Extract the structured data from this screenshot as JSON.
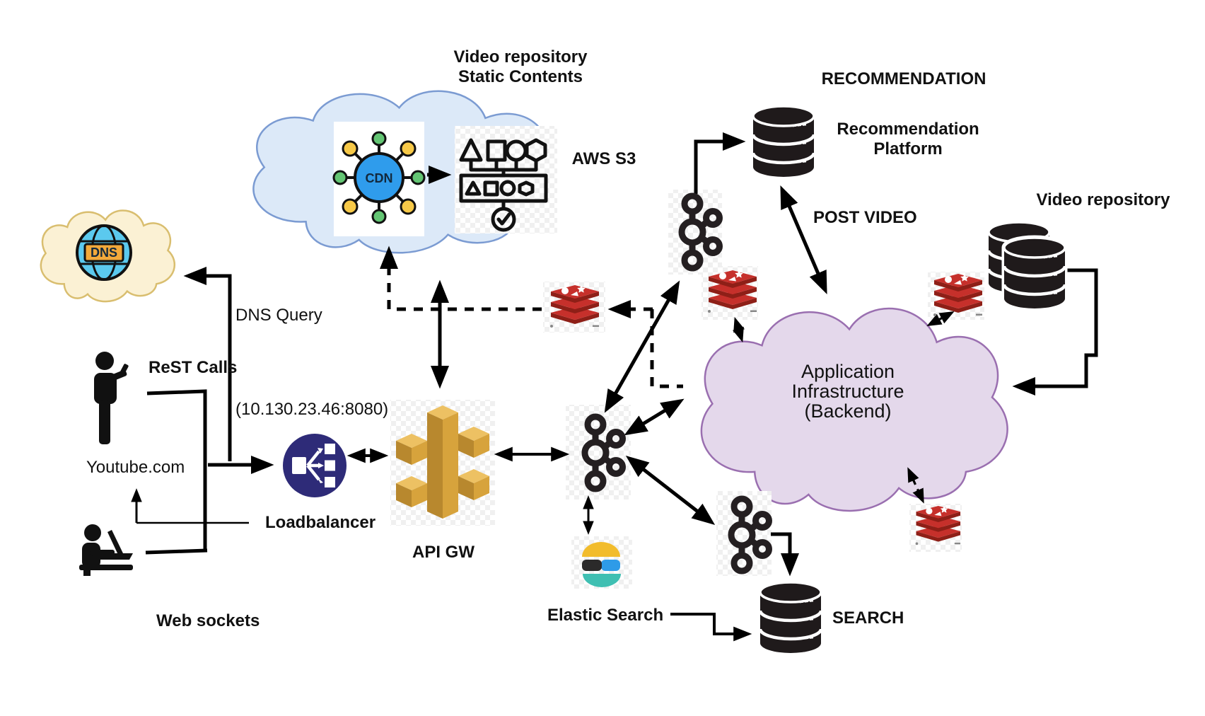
{
  "labels": {
    "static1": "Video repository",
    "static2": "Static Contents",
    "aws_s3": "AWS S3",
    "recommendation": "RECOMMENDATION",
    "rec_plat1": "Recommendation",
    "rec_plat2": "Platform",
    "post_video": "POST VIDEO",
    "video_repo": "Video repository",
    "app1": "Application",
    "app2": "Infrastructure",
    "app3": "(Backend)",
    "dns_query": "DNS Query",
    "rest_calls": "ReST Calls",
    "youtube": "Youtube.com",
    "ip": "(10.130.23.46:8080)",
    "loadbalancer": "Loadbalancer",
    "api_gw": "API GW",
    "web_sockets": "Web sockets",
    "elastic_search": "Elastic Search",
    "search": "SEARCH",
    "dns": "DNS",
    "cdn": "CDN"
  },
  "colors": {
    "dns_cloud_fill": "#FBF1D4",
    "dns_cloud_stroke": "#D9BE6F",
    "static_cloud_fill": "#DCE9F8",
    "static_cloud_stroke": "#7B9BD2",
    "backend_cloud_fill": "#E4D8EB",
    "backend_cloud_stroke": "#9A6FB0",
    "redis_red": "#C6302B",
    "redis_dark": "#8E1F17",
    "kafka_black": "#241F21",
    "db_black": "#1F1A1B",
    "loadbalancer_navy": "#2E2B78",
    "api_gw_gold": "#D7A33C",
    "cdn_blue": "#2F9CEC",
    "node_yellow": "#F7C948",
    "node_green": "#63C573",
    "globe_blue": "#5BC9EE",
    "dns_badge_orange": "#F2A93B",
    "elastic_yellow": "#F2BC2C",
    "elastic_blue": "#2E9BE8",
    "elastic_teal": "#3FBFB2",
    "arrow": "#000000"
  },
  "icons": [
    "dns-globe-icon",
    "cdn-icon",
    "s3-shapes-icon",
    "kafka-icon-top",
    "kafka-icon-center",
    "kafka-icon-search",
    "redis-icon-center",
    "redis-icon-upper",
    "redis-icon-right",
    "redis-icon-lower",
    "database-icon-recommendation",
    "database-icon-video-repository",
    "database-icon-search",
    "loadbalancer-icon",
    "api-gateway-icon",
    "elastic-icon",
    "person-phone-icon",
    "person-laptop-icon"
  ],
  "connections": [
    {
      "name": "arrow-dns-query",
      "from": "users",
      "to": "dns-cloud",
      "style": "solid"
    },
    {
      "name": "arrow-youtube-loadbalancer",
      "from": "youtube",
      "to": "loadbalancer",
      "style": "solid"
    },
    {
      "name": "arrow-loadbalancer-apigw",
      "from": "loadbalancer",
      "to": "api-gw",
      "style": "double"
    },
    {
      "name": "arrow-staticcloud-apigw",
      "from": "static-cloud",
      "to": "api-gw",
      "style": "double"
    },
    {
      "name": "arrow-cdn-s3",
      "from": "cdn",
      "to": "aws-s3",
      "style": "dashed"
    },
    {
      "name": "dashed-redis-cdn",
      "from": "backend-cloud",
      "to": "cdn",
      "via": "redis",
      "style": "dashed"
    },
    {
      "name": "arrow-apigw-kafka",
      "from": "api-gw",
      "to": "kafka-center",
      "style": "double"
    },
    {
      "name": "arrow-kafka-topkafka",
      "from": "kafka-center",
      "to": "kafka-top",
      "style": "double"
    },
    {
      "name": "arrow-kafka-backendcloud",
      "from": "kafka-center",
      "to": "backend-cloud",
      "style": "double"
    },
    {
      "name": "arrow-kafka-searchkafka",
      "from": "kafka-center",
      "to": "kafka-search",
      "style": "double"
    },
    {
      "name": "arrow-kafka-elastic",
      "from": "kafka-center",
      "to": "elastic",
      "style": "double"
    },
    {
      "name": "arrow-topkafka-recommendation",
      "from": "kafka-top",
      "to": "recommendation-db",
      "style": "solid"
    },
    {
      "name": "arrow-post-video",
      "from": "recommendation-db",
      "to": "backend-cloud",
      "style": "double"
    },
    {
      "name": "arrow-videorepo-backendcloud",
      "from": "video-repository-db",
      "to": "backend-cloud",
      "style": "solid"
    },
    {
      "name": "arrow-searchkafka-searchdb",
      "from": "kafka-search",
      "to": "search-db",
      "style": "solid"
    },
    {
      "name": "arrow-elasticlabel-searchdb",
      "from": "elastic-search-label",
      "to": "search-db",
      "style": "solid"
    },
    {
      "name": "dashed-redis-upper-cloud",
      "from": "redis-upper",
      "to": "backend-cloud",
      "style": "dashed-double"
    },
    {
      "name": "dashed-redis-right-cloud",
      "from": "redis-right",
      "to": "backend-cloud",
      "style": "dashed-double"
    },
    {
      "name": "dashed-redis-lower-cloud",
      "from": "redis-lower",
      "to": "backend-cloud",
      "style": "dashed-double"
    }
  ]
}
